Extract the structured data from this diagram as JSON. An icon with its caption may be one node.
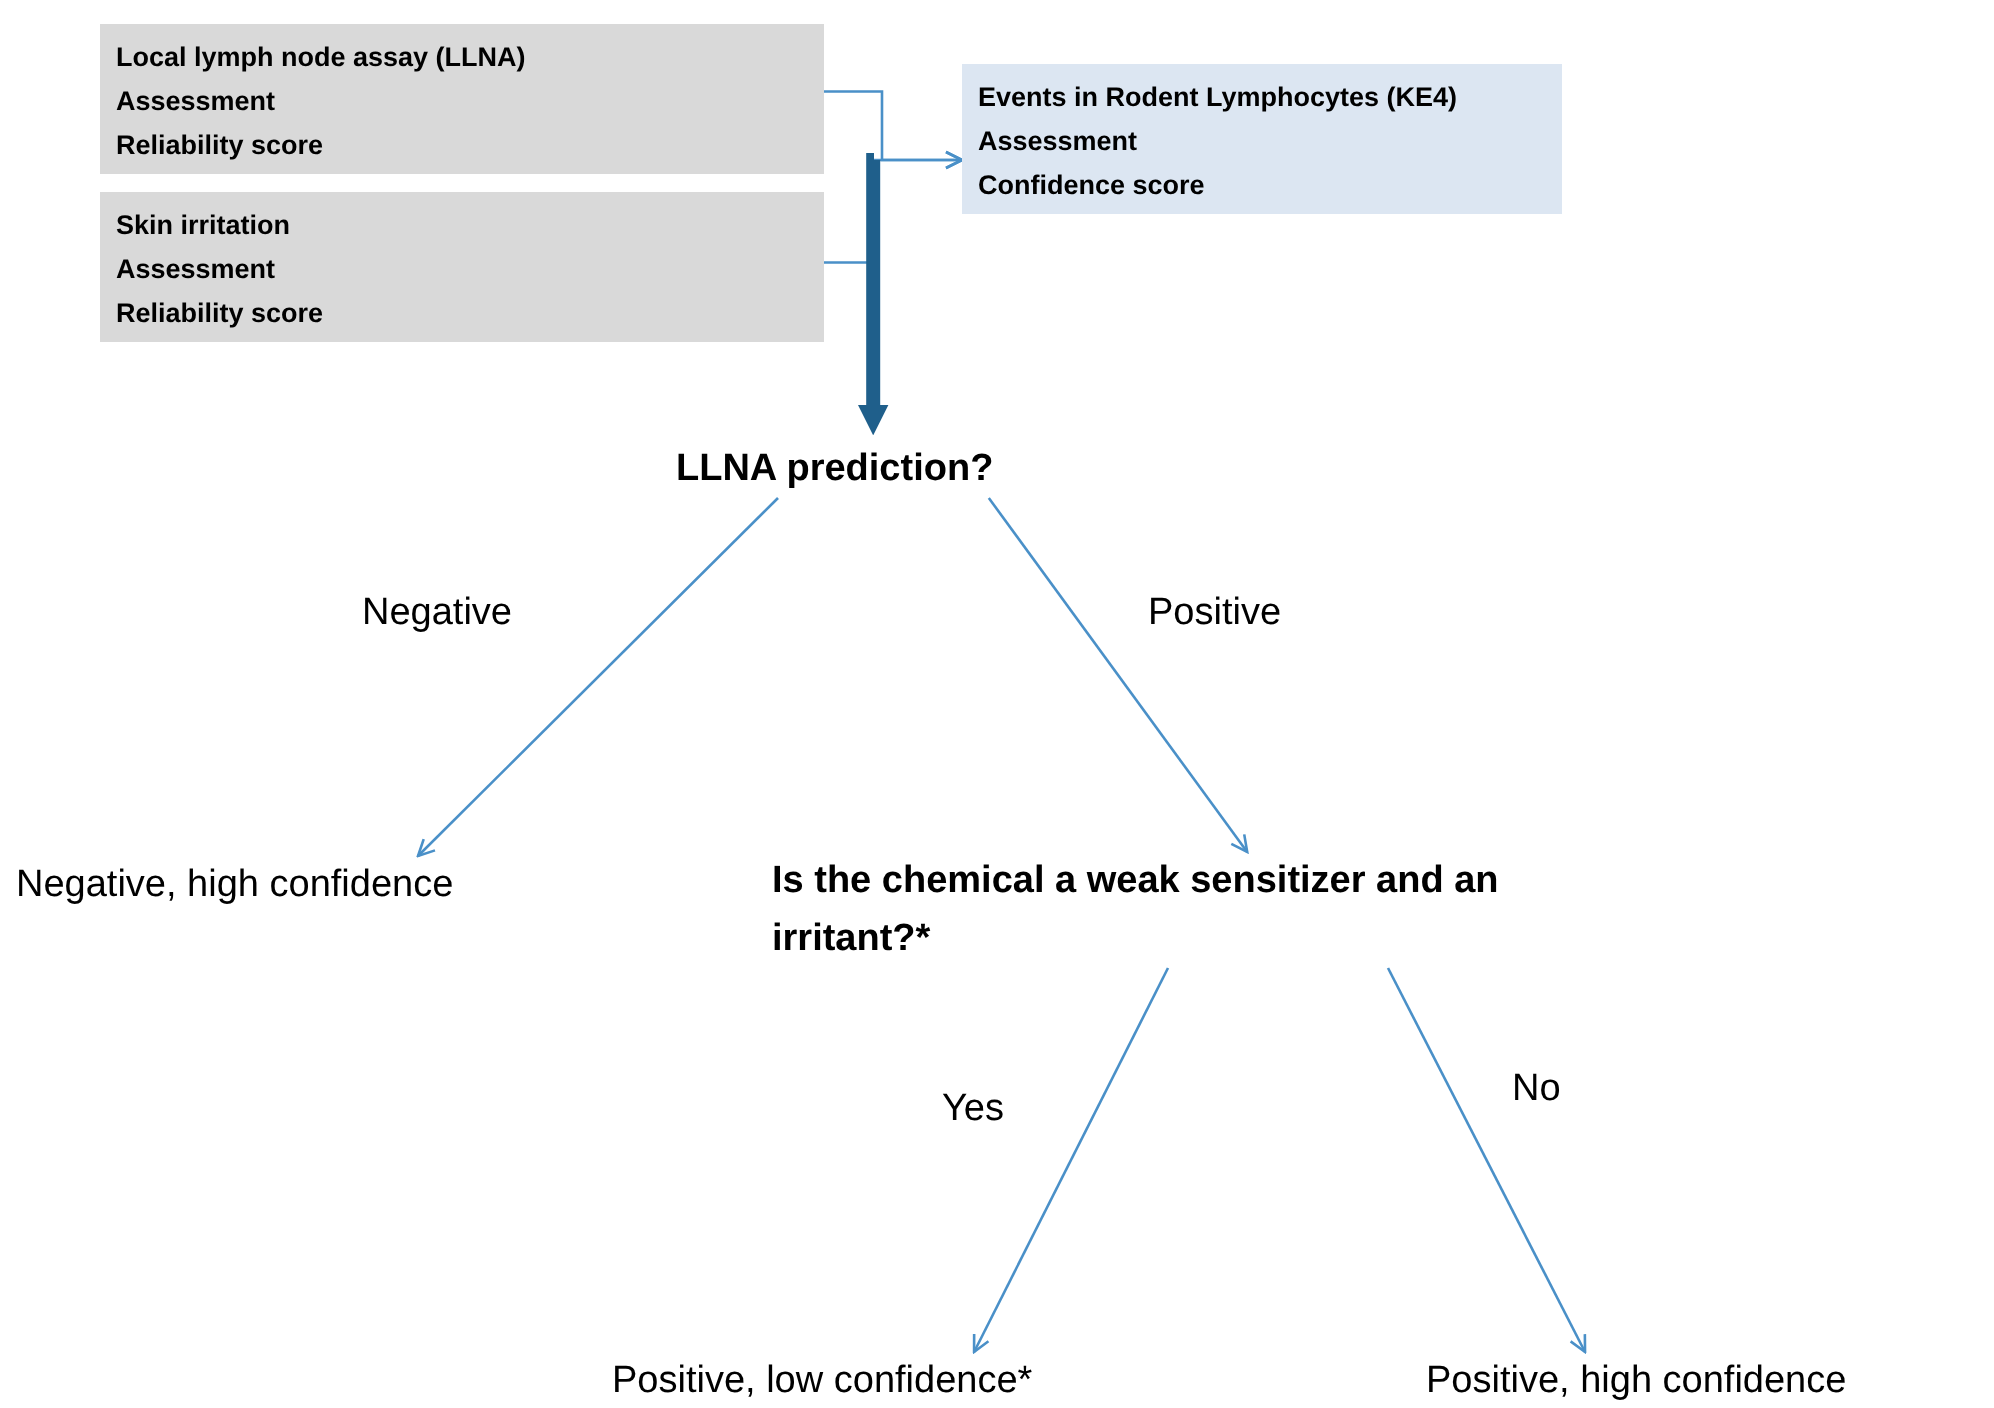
{
  "diagram": {
    "nodes": [
      {
        "text": [
          "Local lymph node assay (LLNA)",
          "Assessment",
          "Reliability score"
        ]
      },
      {
        "text": [
          "Skin irritation",
          "Assessment",
          "Reliability score"
        ]
      },
      {
        "text": [
          "Events in Rodent Lymphocytes (KE4)",
          "Assessment",
          "Confidence score"
        ]
      },
      {
        "text": [
          "LLNA prediction?"
        ]
      },
      {
        "text": [
          "Negative, high confidence"
        ]
      },
      {
        "text": [
          "Is the chemical a weak sensitizer and an irritant?*"
        ]
      },
      {
        "text": [
          "Positive, low confidence*"
        ]
      },
      {
        "text": [
          "Positive, high confidence"
        ]
      }
    ],
    "edges": [
      {
        "from": 0,
        "to": 2,
        "arrow": "to"
      },
      {
        "from": 1,
        "to": 2,
        "arrow": "to"
      },
      {
        "from": null,
        "to": 3,
        "arrow": "to",
        "style": "thick",
        "color": "#1f5f8b"
      },
      {
        "from": 3,
        "to": 4,
        "arrow": "to",
        "label": "Negative"
      },
      {
        "from": 3,
        "to": 5,
        "arrow": "to",
        "label": "Positive"
      },
      {
        "from": 5,
        "to": 6,
        "arrow": "to",
        "label": "Yes"
      },
      {
        "from": 5,
        "to": 7,
        "arrow": "to",
        "label": "No"
      }
    ]
  }
}
